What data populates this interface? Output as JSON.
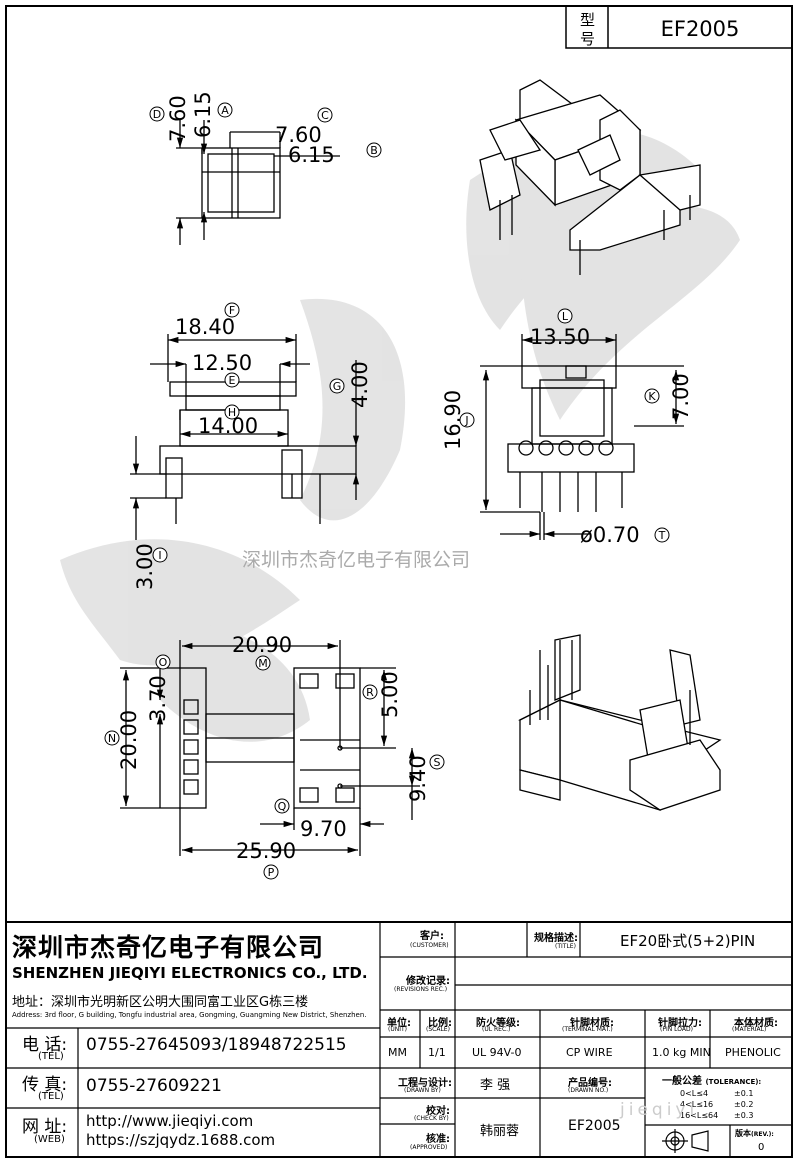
{
  "header": {
    "model_label": "型\n号",
    "model_label_top": "型",
    "model_label_bottom": "号",
    "model_value": "EF2005"
  },
  "watermark": {
    "text": "深圳市杰奇亿电子有限公司",
    "web": "jieqiyi"
  },
  "dimensions": {
    "d_7_60_left": "7.60",
    "d_6_15_left": "6.15",
    "d_7_60_top": "7.60",
    "d_6_15_right": "6.15",
    "d_18_40": "18.40",
    "d_12_50": "12.50",
    "d_14_00": "14.00",
    "d_4_00": "4.00",
    "d_3_00": "3.00",
    "d_13_50": "13.50",
    "d_16_90": "16.90",
    "d_7_00": "7.00",
    "d_phi_0_70": "ø0.70",
    "d_20_90": "20.90",
    "d_3_70": "3.70",
    "d_20_00": "20.00",
    "d_5_00": "5.00",
    "d_9_40": "9.40",
    "d_9_70": "9.70",
    "d_25_90": "25.90"
  },
  "markers": {
    "A": "A",
    "B": "B",
    "C": "C",
    "D": "D",
    "E": "E",
    "F": "F",
    "G": "G",
    "H": "H",
    "I": "I",
    "J": "J",
    "K": "K",
    "L": "L",
    "M": "M",
    "N": "N",
    "O": "O",
    "P": "P",
    "Q": "Q",
    "R": "R",
    "S": "S",
    "T": "T"
  },
  "company": {
    "name_cn": "深圳市杰奇亿电子有限公司",
    "name_en": "SHENZHEN JIEQIYI ELECTRONICS CO., LTD.",
    "address_label": "地址：",
    "address_cn": "深圳市光明新区公明大围同富工业区G栋三楼",
    "address_en": "Address: 3rd floor, G building, Tongfu industrial area, Gongming, Guangming New District, Shenzhen.",
    "tel_label": "电  话:",
    "tel_label_en": "(TEL)",
    "tel_value": "0755-27645093/18948722515",
    "fax_label": "传  真:",
    "fax_label_en": "(TEL)",
    "fax_value": "0755-27609221",
    "web_label": "网  址:",
    "web_label_en": "(WEB)",
    "web_value1": "http://www.jieqiyi.com",
    "web_value2": "https://szjqydz.1688.com"
  },
  "titleblock": {
    "customer_label": "客户:",
    "customer_label_en": "(CUSTOMER)",
    "title_label": "规格描述:",
    "title_label_en": "(TITLE)",
    "title_value": "EF20卧式(5+2)PIN",
    "revision_label": "修改记录:",
    "revision_label_en": "(REVISIONS REC.)",
    "unit_label": "单位:",
    "unit_label_en": "(UNIT)",
    "unit_value": "MM",
    "scale_label": "比例:",
    "scale_label_en": "(SCALE)",
    "scale_value": "1/1",
    "ul_label": "防火等级:",
    "ul_label_en": "(UL REC.)",
    "ul_value": "UL 94V-0",
    "terminal_label": "针脚材质:",
    "terminal_label_en": "(TERMINAL MAT.)",
    "terminal_value": "CP WIRE",
    "pinload_label": "针脚拉力:",
    "pinload_label_en": "(PIN LOAD)",
    "pinload_value": "1.0 kg MIN",
    "material_label": "本体材质:",
    "material_label_en": "(MATERIAL)",
    "material_value": "PHENOLIC",
    "drawn_label": "工程与设计:",
    "drawn_label_en": "(DRAWN BY)",
    "drawn_value": "李  强",
    "drawnno_label": "产品编号:",
    "drawnno_label_en": "(DRAWN NO.)",
    "check_label": "校对:",
    "check_label_en": "(CHECK BY)",
    "approved_label": "核准:",
    "approved_label_en": "(APPROVED)",
    "approved_value": "韩丽蓉",
    "part_no": "EF2005",
    "tolerance_label": "一般公差",
    "tolerance_label_en": "(TOLERANCE):",
    "tol_rows": [
      {
        "range": "0<L≤4",
        "value": "±0.1"
      },
      {
        "range": "4<L≤16",
        "value": "±0.2"
      },
      {
        "range": "16<L≤64",
        "value": "±0.3"
      }
    ],
    "rev_label": "版本",
    "rev_label_en": "(REV.):",
    "rev_value": "0"
  }
}
